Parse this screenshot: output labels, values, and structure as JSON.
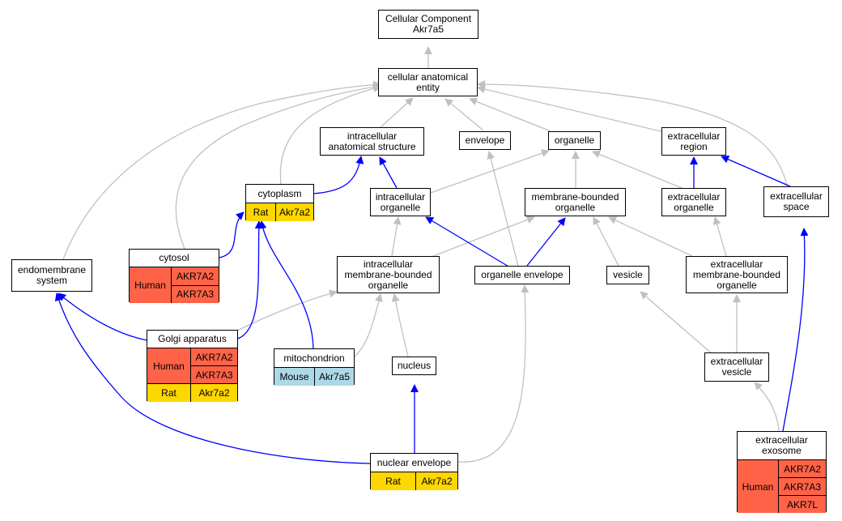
{
  "colors": {
    "is_a_edge": "#c0c0c0",
    "part_of_edge": "#0000ff",
    "human": "#ff6347",
    "rat": "#ffd700",
    "mouse": "#add8e6"
  },
  "nodes": {
    "root": "Cellular Component\nAkr7a5",
    "cae": "cellular anatomical\nentity",
    "ias": "intracellular\nanatomical structure",
    "envelope": "envelope",
    "organelle": "organelle",
    "extracellular_region": "extracellular\nregion",
    "intracellular_organelle": "intracellular\norganelle",
    "membrane_bounded_organelle": "membrane-bounded\norganelle",
    "extracellular_organelle": "extracellular\norganelle",
    "extracellular_space": "extracellular\nspace",
    "endomembrane_system": "endomembrane\nsystem",
    "imbo": "intracellular\nmembrane-bounded\norganelle",
    "organelle_envelope": "organelle envelope",
    "vesicle": "vesicle",
    "embo": "extracellular\nmembrane-bounded\norganelle",
    "nucleus": "nucleus",
    "extracellular_vesicle": "extracellular\nvesicle"
  },
  "tables": {
    "cytoplasm": {
      "title": "cytoplasm",
      "groups": [
        {
          "species": "Rat",
          "genes": [
            "Akr7a2"
          ]
        }
      ]
    },
    "cytosol": {
      "title": "cytosol",
      "groups": [
        {
          "species": "Human",
          "genes": [
            "AKR7A2",
            "AKR7A3"
          ]
        }
      ]
    },
    "golgi": {
      "title": "Golgi apparatus",
      "groups": [
        {
          "species": "Human",
          "genes": [
            "AKR7A2",
            "AKR7A3"
          ]
        },
        {
          "species": "Rat",
          "genes": [
            "Akr7a2"
          ]
        }
      ]
    },
    "mitochondrion": {
      "title": "mitochondrion",
      "groups": [
        {
          "species": "Mouse",
          "genes": [
            "Akr7a5"
          ]
        }
      ]
    },
    "nuclear_envelope": {
      "title": "nuclear envelope",
      "groups": [
        {
          "species": "Rat",
          "genes": [
            "Akr7a2"
          ]
        }
      ]
    },
    "exosome": {
      "title": "extracellular\nexosome",
      "groups": [
        {
          "species": "Human",
          "genes": [
            "AKR7A2",
            "AKR7A3",
            "AKR7L"
          ]
        }
      ]
    }
  }
}
